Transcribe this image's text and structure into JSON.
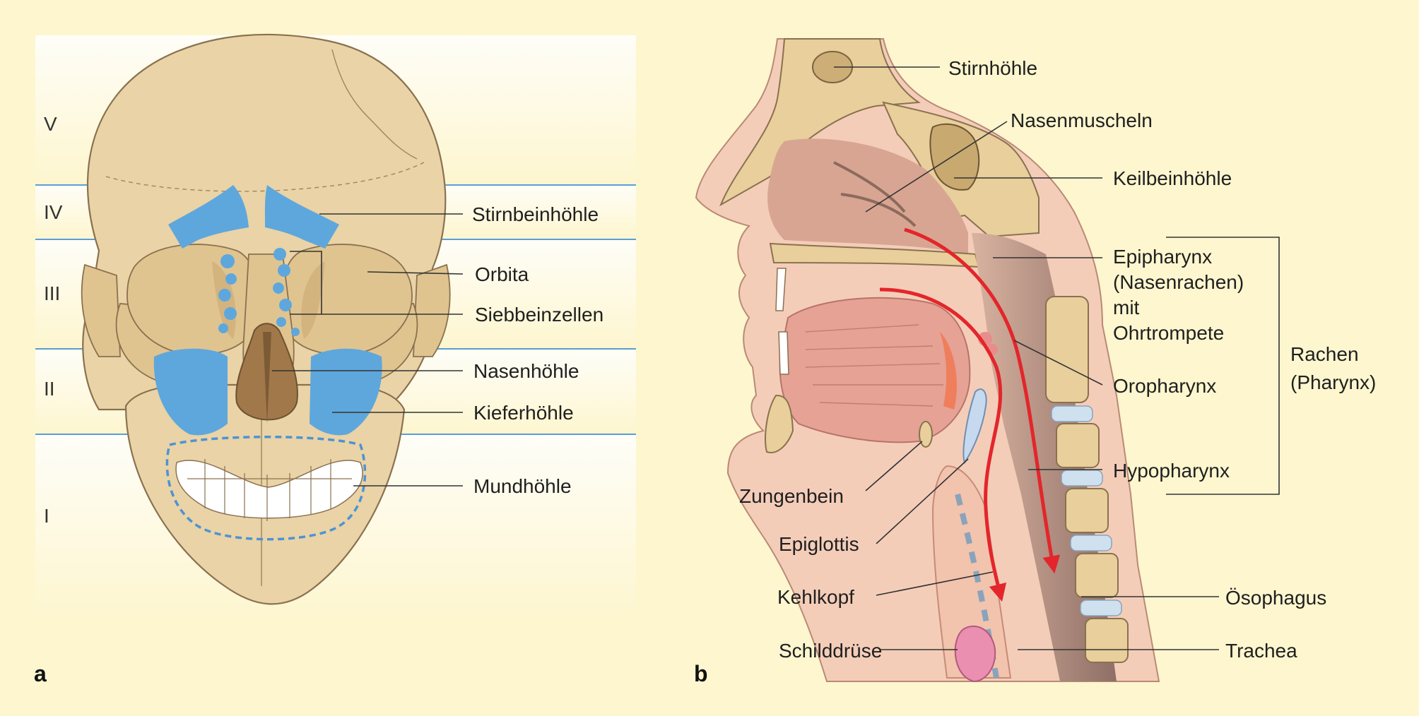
{
  "panels": {
    "a": "a",
    "b": "b"
  },
  "zones": [
    "V",
    "IV",
    "III",
    "II",
    "I"
  ],
  "labels_a": {
    "stirnbeinhoehle": "Stirnbeinhöhle",
    "orbita": "Orbita",
    "siebbeinzellen": "Siebbeinzellen",
    "nasenhoehle": "Nasenhöhle",
    "kieferhoehle": "Kieferhöhle",
    "mundhoehle": "Mundhöhle"
  },
  "labels_b": {
    "stirnhoehle": "Stirnhöhle",
    "nasenmuscheln": "Nasenmuscheln",
    "keilbeinhoehle": "Keilbeinhöhle",
    "epipharynx": [
      "Epipharynx",
      "(Nasenrachen)",
      "mit",
      "Ohrtrompete"
    ],
    "oropharynx": "Oropharynx",
    "hypopharynx": "Hypopharynx",
    "rachen": [
      "Rachen",
      "(Pharynx)"
    ],
    "zungenbein": "Zungenbein",
    "epiglottis": "Epiglottis",
    "kehlkopf": "Kehlkopf",
    "schilddruese": "Schilddrüse",
    "oesophagus": "Ösophagus",
    "trachea": "Trachea"
  },
  "colors": {
    "background": "#fdf6cf",
    "bone": "#ead3a6",
    "sinus": "#5ea7dd",
    "zone_line": "#5a9fd8",
    "airflow_arrow": "#e3262b",
    "soft_tissue": "#f2c3ad"
  }
}
